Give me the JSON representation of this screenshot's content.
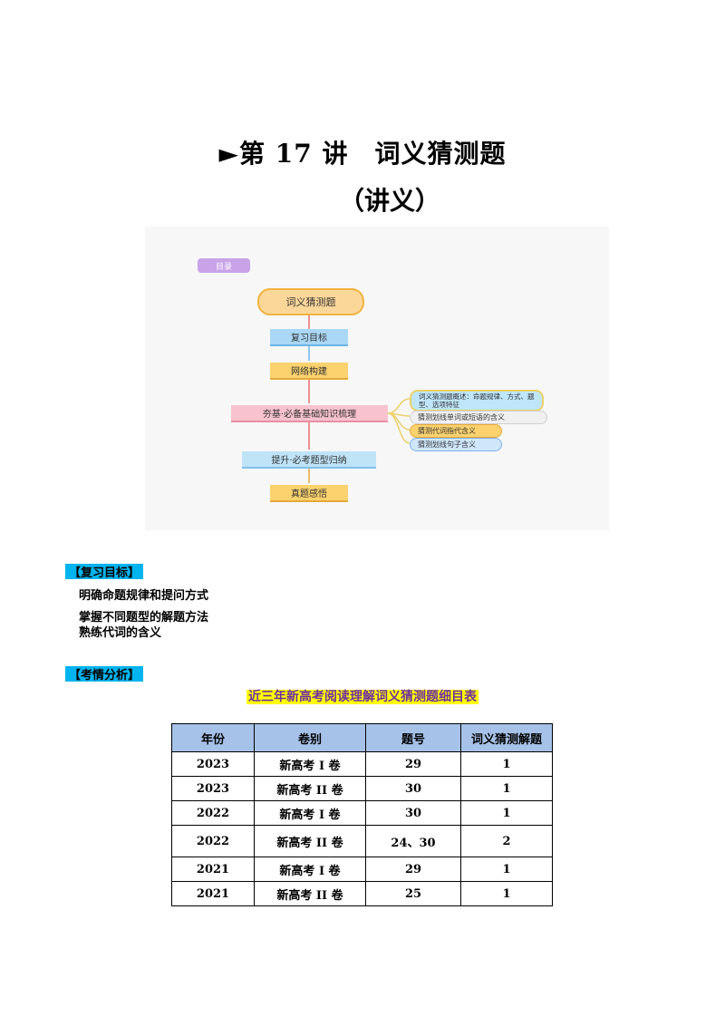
{
  "header": {
    "title": "►第 17 讲　词义猜测题",
    "subtitle": "（讲义）"
  },
  "mindmap": {
    "catalog": "目录",
    "root": "词义猜测题",
    "nodes": [
      "复习目标",
      "网络构建",
      "夯基·必备基础知识梳理",
      "提升·必考题型归纳",
      "真题感悟"
    ],
    "leaves": [
      "词义猜测题概述：命题规律、方式、题型、选项特征",
      "猜测划线单词或短语的含义",
      "猜测代词指代含义",
      "猜测划线句子含义"
    ],
    "colors": {
      "root": "#fbd79a",
      "goal": "#a9d7f5",
      "net": "#fbd26e",
      "base": "#f8c3cf",
      "up": "#bfe3f7",
      "real": "#fbd26e"
    }
  },
  "sections": {
    "goal_label": "【复习目标】",
    "goals": [
      "明确命题规律和提问方式",
      "掌握不同题型的解题方法",
      "熟练代词的含义"
    ],
    "analysis_label": "【考情分析】"
  },
  "table": {
    "title": "近三年新高考阅读理解词义猜测题细目表",
    "headers": [
      "年份",
      "卷别",
      "题号",
      "词义猜测解题"
    ],
    "rows": [
      [
        "2023",
        "新高考 I 卷",
        "29",
        "1"
      ],
      [
        "2023",
        "新高考 II 卷",
        "30",
        "1"
      ],
      [
        "2022",
        "新高考 I 卷",
        "30",
        "1"
      ],
      [
        "2022",
        "新高考 II 卷",
        "24、30",
        "2"
      ],
      [
        "2021",
        "新高考 I 卷",
        "29",
        "1"
      ],
      [
        "2021",
        "新高考 II 卷",
        "25",
        "1"
      ]
    ]
  },
  "colors": {
    "section_bg": "#00b4ef",
    "table_header_bg": "#a6c2e8",
    "table_title_highlight": "#ffff00",
    "table_title_text": "#7030a0"
  }
}
